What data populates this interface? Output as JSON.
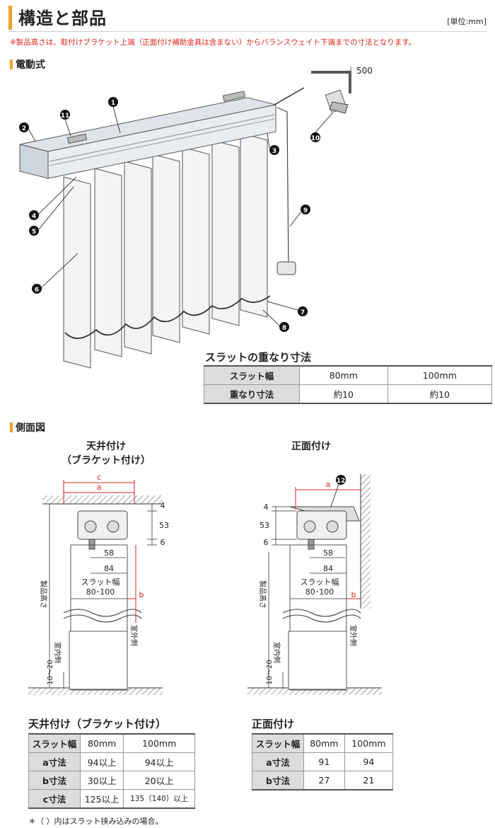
{
  "header": {
    "title": "構造と部品",
    "unit": "[単位:mm]",
    "note": "※製品高さは、取付けブラケット上端（正面付け補助金具は含まない）からバランスウェイト下端までの寸法となります。"
  },
  "section_electric": {
    "label": "電動式"
  },
  "section_side": {
    "label": "側面図"
  },
  "callouts": [
    "1",
    "2",
    "3",
    "4",
    "5",
    "6",
    "7",
    "8",
    "9",
    "10",
    "11",
    "12"
  ],
  "cord_length": "500",
  "overlap_table": {
    "title": "スラットの重なり寸法",
    "headers": [
      "スラット幅",
      "80mm",
      "100mm"
    ],
    "rows": [
      [
        "重なり寸法",
        "約10",
        "約10"
      ]
    ]
  },
  "ceiling_mount": {
    "label_line1": "天井付け",
    "label_line2": "（ブラケット付け）",
    "dims": {
      "c": "c",
      "a": "a",
      "b": "b",
      "d4": "4",
      "d53": "53",
      "d6": "6",
      "d58": "58",
      "d84": "84",
      "slat_width_label": "スラット幅",
      "slat_width_value": "80･100",
      "product_height": "製品高さ",
      "indoor": "室内側",
      "outdoor": "室外側",
      "gap": "10〜20"
    }
  },
  "front_mount": {
    "label": "正面付け",
    "dims": {
      "a": "a",
      "b": "b",
      "d4": "4",
      "d53": "53",
      "d6": "6",
      "d58": "58",
      "d84": "84",
      "slat_width_label": "スラット幅",
      "slat_width_value": "80･100",
      "product_height": "製品高さ",
      "indoor": "室内側",
      "outdoor": "室外側",
      "gap": "10〜20"
    }
  },
  "ceiling_table": {
    "title": "天井付け（ブラケット付け）",
    "headers": [
      "スラット幅",
      "80mm",
      "100mm"
    ],
    "rows": [
      [
        "a寸法",
        "94以上",
        "94以上"
      ],
      [
        "b寸法",
        "30以上",
        "20以上"
      ],
      [
        "c寸法",
        "125以上",
        "135（140）以上"
      ]
    ]
  },
  "front_table": {
    "title": "正面付け",
    "headers": [
      "スラット幅",
      "80mm",
      "100mm"
    ],
    "rows": [
      [
        "a寸法",
        "91",
        "94"
      ],
      [
        "b寸法",
        "27",
        "21"
      ]
    ]
  },
  "footnote": "＊（ ）内はスラット挟み込みの場合。"
}
